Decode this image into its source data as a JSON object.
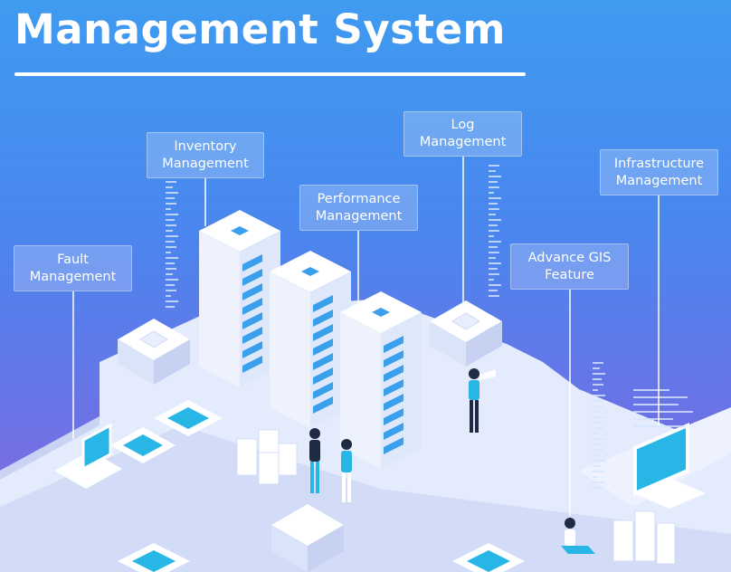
{
  "header": {
    "title": "Management System"
  },
  "labels": [
    {
      "id": "fault",
      "line1": "Fault",
      "line2": "Management"
    },
    {
      "id": "inventory",
      "line1": "Inventory",
      "line2": "Management"
    },
    {
      "id": "performance",
      "line1": "Performance",
      "line2": "Management"
    },
    {
      "id": "log",
      "line1": "Log",
      "line2": "Management"
    },
    {
      "id": "gis",
      "line1": "Advance GIS",
      "line2": "Feature"
    },
    {
      "id": "infrastructure",
      "line1": "Infrastructure",
      "line2": "Management"
    }
  ],
  "colors": {
    "bg_top": "#3f9bf0",
    "bg_bottom": "#8a69df",
    "platform": "#dfe6fb",
    "server_body": "#f4f7ff",
    "server_accent": "#3aa0ee",
    "screen": "#27b6e6"
  }
}
